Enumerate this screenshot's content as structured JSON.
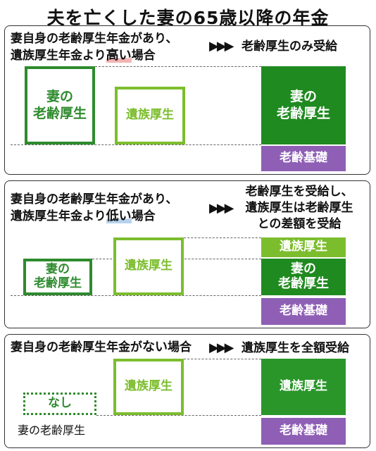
{
  "title": "夫を亡くした妻の65歳以降の年金",
  "arrows": "▶▶▶",
  "panel1": {
    "cond_line1": "妻自身の老齢厚生年金があり、",
    "cond_line2_pre": "遺族厚生年金より",
    "cond_emph": "高い",
    "cond_line2_post": "場合",
    "result": "老齢厚生のみ受給",
    "own_box": "妻の\n老齢厚生",
    "survivor_box": "遺族厚生",
    "result_own": "妻の\n老齢厚生",
    "result_basic": "老齢基礎"
  },
  "panel2": {
    "cond_line1": "妻自身の老齢厚生年金があり、",
    "cond_line2_pre": "遺族厚生年金より",
    "cond_emph": "低い",
    "cond_line2_post": "場合",
    "result_line1": "老齢厚生を受給し、",
    "result_line2": "遺族厚生は老齢厚生",
    "result_line3": "との差額を受給",
    "own_box": "妻の\n老齢厚生",
    "survivor_box": "遺族厚生",
    "result_survivor": "遺族厚生",
    "result_own": "妻の\n老齢厚生",
    "result_basic": "老齢基礎"
  },
  "panel3": {
    "cond_pre": "妻自身の老齢厚生年金が",
    "cond_emph": "ない",
    "cond_post": "場合",
    "result": "遺族厚生を全額受給",
    "none_box": "なし",
    "none_caption": "妻の老齢厚生",
    "survivor_box": "遺族厚生",
    "result_survivor": "遺族厚生",
    "result_basic": "老齢基礎"
  },
  "colors": {
    "own": "#2e8b2e",
    "survivor": "#7cbd2e",
    "basic": "#8e5fb5"
  }
}
